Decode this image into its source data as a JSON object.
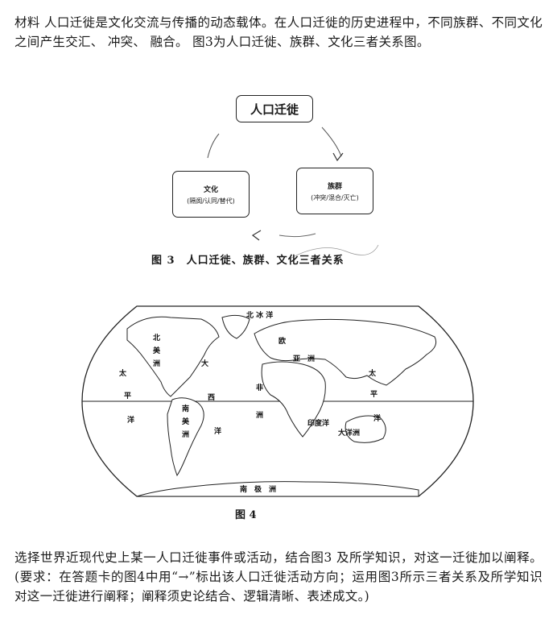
{
  "intro": "材料 人口迁徙是文化交流与传播的动态载体。在人口迁徙的历史进程中，不同族群、不同文化之间产生交汇、 冲突、 融合。 图3为人口迁徙、族群、文化三者关系图。",
  "figure3": {
    "top_box": "人口迁徙",
    "left_box": {
      "title": "文化",
      "sub": "(隔阂/认同/替代)"
    },
    "right_box": {
      "title": "族群",
      "sub": "(冲突/混合/灭亡)"
    },
    "caption": "图 3　人口迁徙、族群、文化三者关系"
  },
  "figure4": {
    "caption": "图 4",
    "labels": {
      "arctic": "北 冰 洋",
      "north_america": [
        "北",
        "美",
        "洲"
      ],
      "pacific_left": [
        "太",
        "平",
        "洋"
      ],
      "atlantic": [
        "大",
        "西",
        "洋"
      ],
      "europe": "欧",
      "asia": "亚　洲",
      "africa": "非",
      "africa_2": "洲",
      "south_america": [
        "南",
        "美",
        "洲"
      ],
      "indian": "印度洋",
      "oceania": "大洋洲",
      "pacific_right": [
        "太",
        "平",
        "洋"
      ],
      "antarctica": "南　极　洲"
    }
  },
  "task": "选择世界近现代史上某一人口迁徙事件或活动，结合图3 及所学知识，对这一迁徙加以阐释。(要求：在答题卡的图4中用“→”标出该人口迁徙活动方向；运用图3所示三者关系及所学知识对这一迁徙进行阐释；阐释须史论结合、逻辑清晰、表述成文。)"
}
